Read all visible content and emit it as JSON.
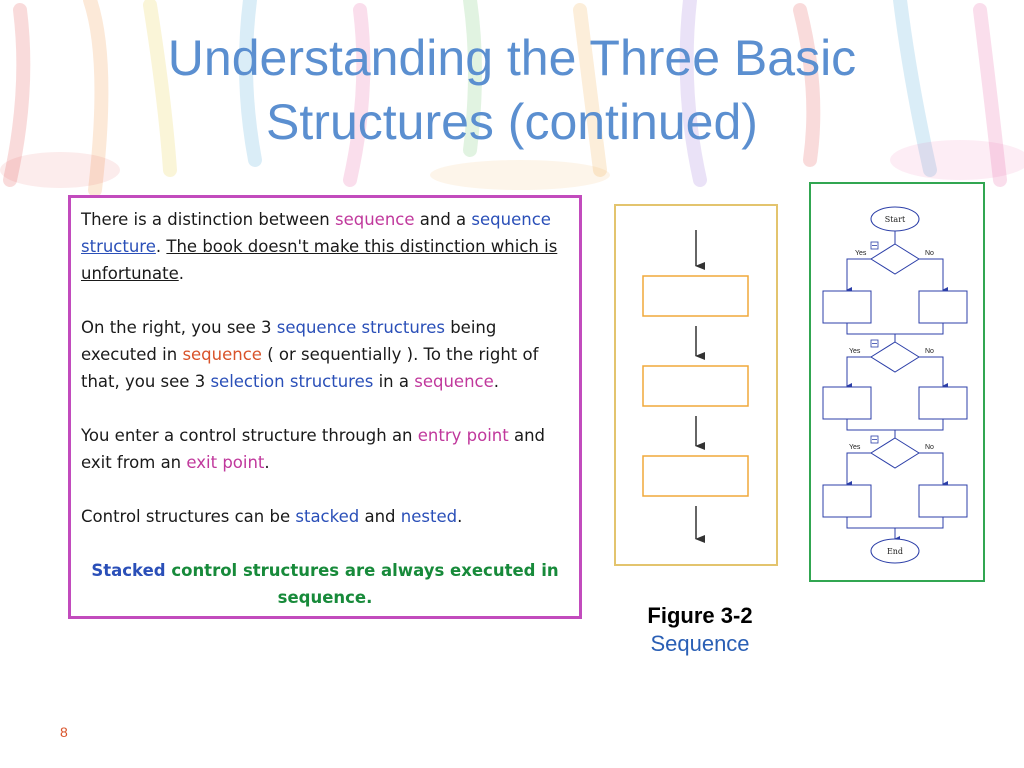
{
  "title": {
    "line1": "Understanding the Three Basic",
    "line2": "Structures (continued)"
  },
  "textbox": {
    "p1": {
      "t1": "There is a distinction between ",
      "seq": "sequence",
      "t2": " and a",
      "seq2": "sequence",
      "structure": "structure",
      "dot": ". ",
      "underlined": "The book doesn't make this distinction which is unfortunate",
      "end": "."
    },
    "p2": {
      "t1": "On the right, you see 3 ",
      "seqstructs": "sequence structures",
      "t2": " being executed in ",
      "seq": "sequence",
      "t3": " ( or sequentially ). To the right of that, you see 3 ",
      "selstructs": "selection structures",
      "t4": " in a ",
      "seq2": "sequence",
      "end": "."
    },
    "p3": {
      "t1": "You enter a control structure through an ",
      "entry": "entry point",
      "t2": " and exit from an ",
      "exit": "exit point",
      "end": "."
    },
    "p4": {
      "t1": "Control structures can be ",
      "stacked": "stacked",
      "t2": " and ",
      "nested": "nested",
      "end": "."
    },
    "p5": {
      "stacked": "Stacked",
      "rest": " control structures are always executed in sequence."
    }
  },
  "selection_figure": {
    "start": "Start",
    "end": "End",
    "yes": "Yes",
    "no": "No"
  },
  "caption": {
    "number": "Figure 3-2",
    "name": "Sequence"
  },
  "page_number": "8",
  "colors": {
    "title": "#5b8fd0",
    "textbox_border": "#c24bbd",
    "sequence_fig_border": "#e3c46e",
    "selection_fig_border": "#31a651",
    "flow_box": "#2c3fa8",
    "seq_box": "#f0a93a"
  }
}
